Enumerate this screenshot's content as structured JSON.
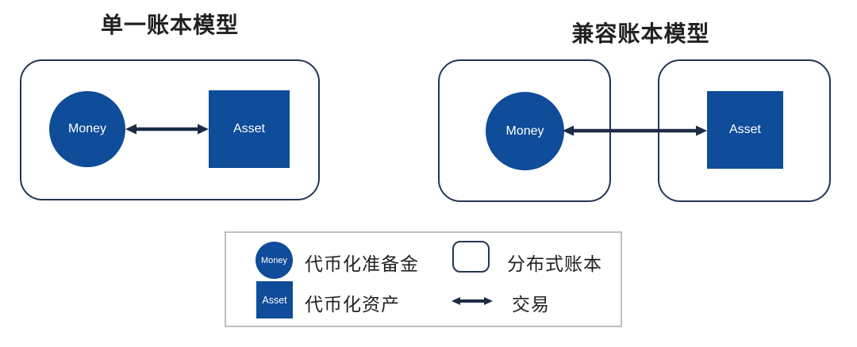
{
  "titles": {
    "left": "单一账本模型",
    "right": "兼容账本模型"
  },
  "nodes": {
    "money": "Money",
    "asset": "Asset"
  },
  "legend": {
    "money": {
      "swatch": "Money",
      "label": "代币化准备金"
    },
    "asset": {
      "swatch": "Asset",
      "label": "代币化资产"
    },
    "ledger": {
      "label": "分布式账本"
    },
    "transaction": {
      "label": "交易"
    }
  },
  "colors": {
    "shape_blue": "#0F4C99",
    "arrow_navy": "#1E2B45",
    "box_border": "#243650",
    "legend_border": "#BFBFBF",
    "text_dark": "#212121"
  }
}
